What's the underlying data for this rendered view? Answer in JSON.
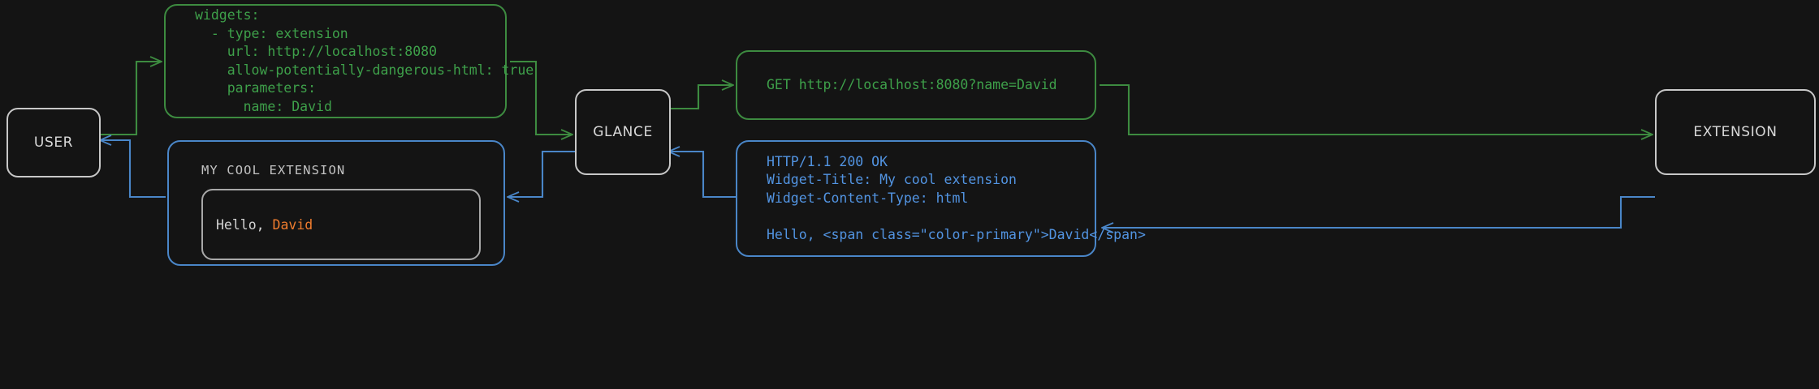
{
  "diagram": {
    "title": "Glance extension widget request/response flow",
    "background": "#141414",
    "colors": {
      "node_border": "#c8c8c8",
      "request_green": "#3d8b40",
      "request_green_text": "#3ea04a",
      "response_blue": "#4a86c8",
      "response_blue_text": "#5294e2",
      "accent_orange": "#ef7c2e",
      "body_text": "#d4d4d4"
    }
  },
  "nodes": {
    "user": {
      "label": "USER"
    },
    "glance": {
      "label": "GLANCE"
    },
    "extension": {
      "label": "EXTENSION"
    }
  },
  "boxes": {
    "config_yaml": {
      "name": "glance-config-yaml",
      "color": "green",
      "text": "widgets:\n  - type: extension\n    url: http://localhost:8080\n    allow-potentially-dangerous-html: true\n    parameters:\n      name: David"
    },
    "http_request": {
      "name": "http-get-request",
      "color": "green",
      "text": "GET http://localhost:8080?name=David"
    },
    "http_response": {
      "name": "http-response",
      "color": "blue",
      "text": "HTTP/1.1 200 OK\nWidget-Title: My cool extension\nWidget-Content-Type: html\n\nHello, <span class=\"color-primary\">David</span>"
    },
    "rendered_widget": {
      "name": "rendered-widget",
      "color": "blue",
      "title": "MY COOL EXTENSION",
      "content_prefix": "Hello, ",
      "content_highlight": "David"
    }
  },
  "connectors": [
    {
      "name": "user-to-config",
      "from": "user",
      "to": "config_yaml",
      "color": "green",
      "direction": "right"
    },
    {
      "name": "config-to-glance",
      "from": "config_yaml",
      "to": "glance",
      "color": "green",
      "direction": "right"
    },
    {
      "name": "glance-to-request",
      "from": "glance",
      "to": "http_request",
      "color": "green",
      "direction": "right"
    },
    {
      "name": "request-to-extension",
      "from": "http_request",
      "to": "extension",
      "color": "green",
      "direction": "right"
    },
    {
      "name": "extension-to-response",
      "from": "extension",
      "to": "http_response",
      "color": "blue",
      "direction": "left"
    },
    {
      "name": "response-to-glance",
      "from": "http_response",
      "to": "glance",
      "color": "blue",
      "direction": "left"
    },
    {
      "name": "glance-to-widget",
      "from": "glance",
      "to": "rendered_widget",
      "color": "blue",
      "direction": "left"
    },
    {
      "name": "widget-to-user",
      "from": "rendered_widget",
      "to": "user",
      "color": "blue",
      "direction": "left"
    }
  ]
}
